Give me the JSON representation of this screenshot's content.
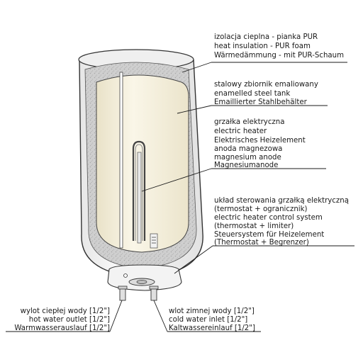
{
  "callouts": {
    "insulation": [
      "izolacja cieplna - pianka PUR",
      "heat insulation - PUR foam",
      "Wärmedämmung - mit PUR-Schaum"
    ],
    "tank": [
      "stalowy zbiornik emaliowany",
      "enamelled steel tank",
      "Emaillierter Stahlbehälter"
    ],
    "heater": [
      "grzałka elektryczna",
      "electric heater",
      "Elektrisches Heizelement",
      "anoda magnezowa",
      "magnesium anode",
      "Magnesiumanode"
    ],
    "control": [
      "układ sterowania grzałką elektryczną",
      "(termostat + ogranicznik)",
      "electric heater control system",
      "(thermostat + limiter)",
      "Steuersystem für Heizelement",
      "(Thermostat + Begrenzer)"
    ],
    "hot_outlet": [
      "wylot ciepłej wody [1/2\"]",
      "hot water outlet [1/2\"]",
      "Warmwasserauslauf [1/2\"]"
    ],
    "cold_inlet": [
      "wlot zimnej wody [1/2\"]",
      "cold water inlet [1/2\"]",
      "Kaltwassereinlauf [1/2\"]"
    ]
  },
  "colors": {
    "foam": "#cfcfcf",
    "tank": "#f5f0df",
    "shell": "#f4f4f4",
    "outline": "#333333"
  }
}
